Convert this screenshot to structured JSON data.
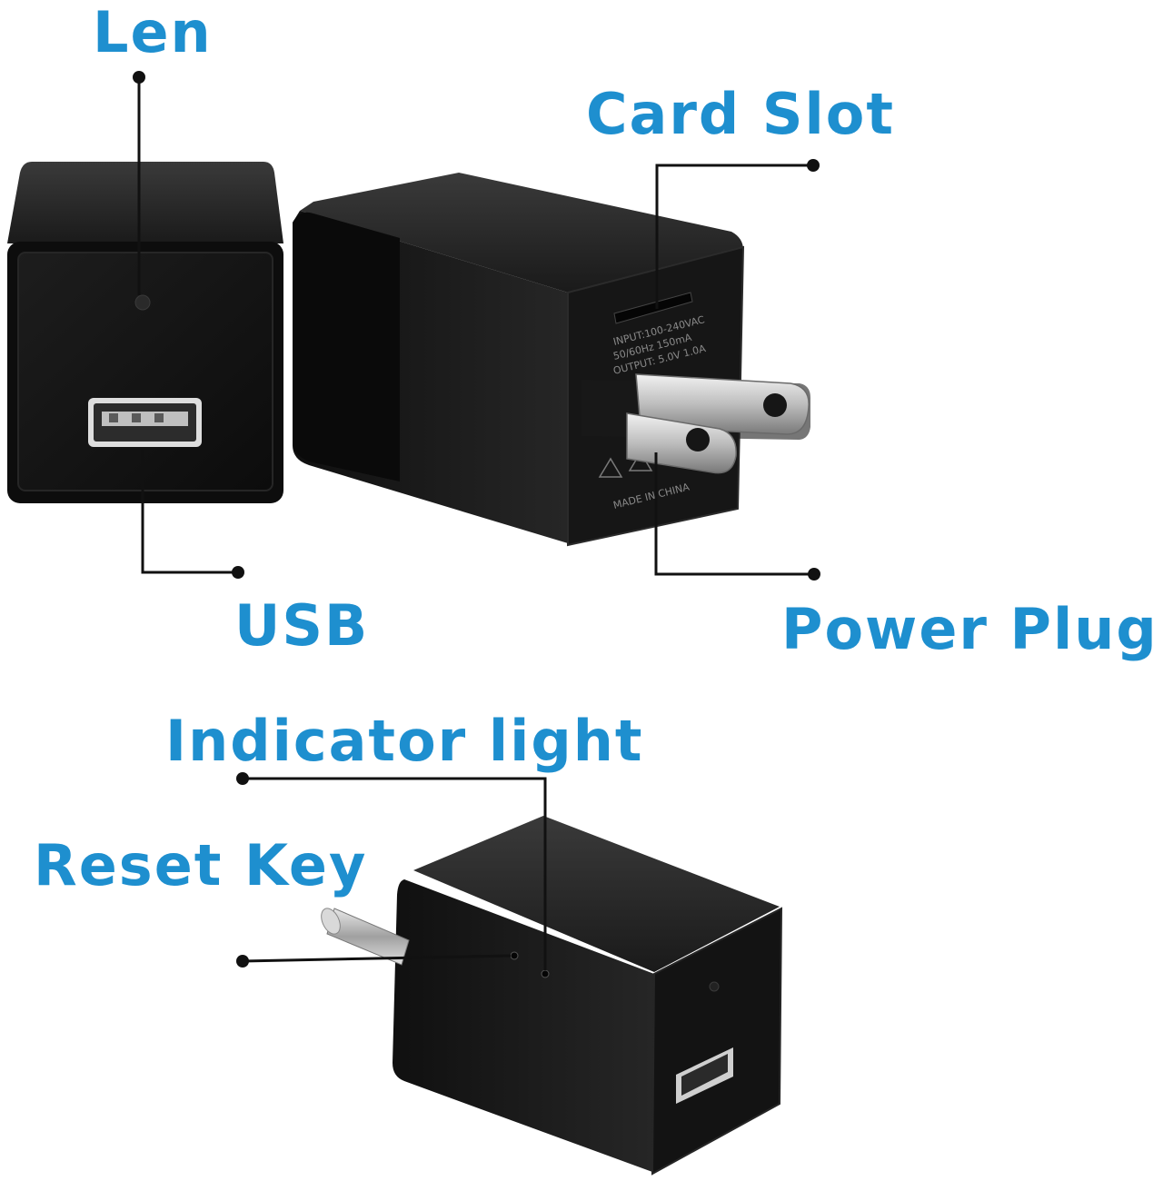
{
  "labels": {
    "len": "Len",
    "card_slot": "Card Slot",
    "usb": "USB",
    "power_plug": "Power Plug",
    "indicator_light": "Indicator light",
    "reset_key": "Reset Key"
  },
  "device_print": {
    "line1": "INPUT:100-240VAC",
    "line2": "50/60Hz 150mA",
    "line3": "OUTPUT: 5.0V 1.0A",
    "line4": "MADE IN CHINA"
  },
  "colors": {
    "label": "#1e8fcf",
    "device": "#141414",
    "leader": "#111111"
  }
}
